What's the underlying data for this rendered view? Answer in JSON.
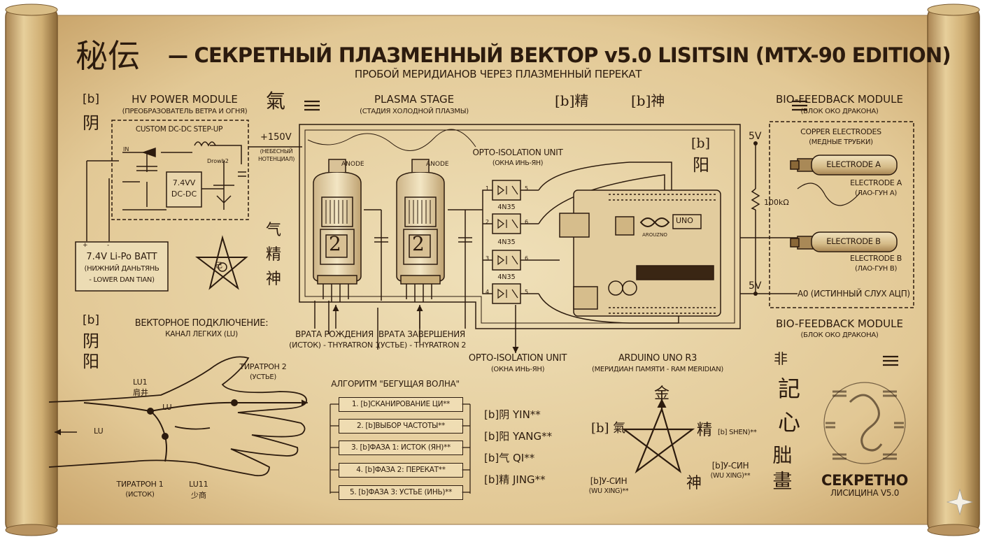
{
  "header": {
    "title_glyph": "秘伝",
    "title": "— СЕКРЕТНЫЙ ПЛАЗМЕННЫЙ ВЕКТОР v5.0 LISITSIN (MTX-90 EDITION)",
    "subtitle": "ПРОБОЙ МЕРИДИАНОВ ЧЕРЕЗ ПЛАЗМЕННЫЙ ПЕРЕКАТ"
  },
  "hv_module": {
    "title": "HV POWER MODULE",
    "subtitle": "(ПРЕОБРАЗОВАТЕЛЬ ВЕТРА И ОГНЯ)",
    "stepup": "CUSTOM DC-DC STEP-UP",
    "in_label": "IN",
    "drowb_label": "Drowb2",
    "converter_line1": "7.4VV",
    "converter_line2": "DC-DC",
    "battery_line1": "7.4V Li-Po BATT",
    "battery_line2": "(НИЖНИЙ ДАНЬТЯНЬ",
    "battery_line3": "- LOWER DAN TIAN)",
    "plus": "+",
    "minus": "-"
  },
  "plasma": {
    "title": "PLASMA STAGE",
    "subtitle": "(СТАДИЯ ХОЛОДНОЙ ПЛАЗМЫ)",
    "voltage": "+150V",
    "voltage_note_1": "(НЕБЕСНЫЙ",
    "voltage_note_2": "НОТЕНЦИАЛ)",
    "anode": "ANODE",
    "tube_number": "2",
    "gate1_line1": "ВРАТА РОЖДЕНИЯ",
    "gate1_line2": "(ИСТОК) - THYRATRON 1",
    "gate2_line1": "ВРАТА ЗАВЕРШЕНИЯ",
    "gate2_line2": "(УСТЬЕ) - THYRATRON 2"
  },
  "opto": {
    "title": "OPTO-ISOLATION UNIT",
    "subtitle": "(ОКНА ИНЬ-ЯН)",
    "chip": "4N35",
    "bottom_title": "OPTO-ISOLATION UNIT",
    "bottom_subtitle": "(ОКНА ИНЬ-ЯН)",
    "pins_left": [
      "1",
      "2",
      "3",
      "4"
    ],
    "pins_right": [
      "5",
      "6",
      "6",
      "5"
    ]
  },
  "arduino": {
    "brand": "AROUZNO",
    "model": "UNO",
    "title": "ARDUINO UNO R3",
    "subtitle": "(МЕРИДИАН ПАМЯТИ - RAM MERIDIAN)"
  },
  "bio": {
    "title": "BIO-FEEDBACK MODULE",
    "subtitle": "(БЛОК ОКО ДРАКОНА)",
    "electrodes_title": "COPPER ELECTRODES",
    "electrodes_subtitle": "(МЕДНЫЕ ТРУБКИ)",
    "electrode_a": "ELECTRODE A",
    "electrode_a_label1": "ELECTRODE A",
    "electrode_a_label2": "(ЛАО-ГУН А)",
    "electrode_b": "ELECTRODE B",
    "electrode_b_label1": "ELECTRODE B",
    "electrode_b_label2": "(ЛАО-ГУН В)",
    "v5_top": "5V",
    "v5_bottom": "5V",
    "resistor": "100kΩ",
    "a0": "A0 (ИСТИННЫЙ СЛУХ АЦП)",
    "title2": "BIO-FEEDBACK MODULE",
    "subtitle2": "(БЛОК ОКО ДРАКОНА)"
  },
  "glyphs": {
    "b_yin": "[b]",
    "yin": "阴",
    "qi_top": "氣",
    "jing_top": "[b]精",
    "shen_top": "[b]神",
    "yang_box_b": "[b]",
    "yang_box": "阳",
    "qi_stack": [
      "气",
      "精",
      "神"
    ],
    "b_mid": "[b]",
    "yinyang_stack": [
      "阴",
      "阳"
    ],
    "right_stack_top": "記",
    "right_stack_mid": "心",
    "right_stack_bot": "朏 畫",
    "misc_top": "非",
    "pentagram_mark": "己"
  },
  "meridian": {
    "title": "ВЕКТОРНОЕ ПОДКЛЮЧЕНИЕ:",
    "subtitle": "КАНАЛ ЛЕГКИХ (LU)",
    "lu1": "LU1",
    "lu1_glyph": "肩井",
    "lu": "LU",
    "lu_left": "LU",
    "lu11": "LU11",
    "lu11_glyph": "少商",
    "thyr2_line1": "ТИРАТРОН 2",
    "thyr2_line2": "(УСТЬЕ)",
    "thyr1_line1": "ТИРАТРОН 1",
    "thyr1_line2": "(ИСТОК)"
  },
  "algorithm": {
    "title": "АЛГОРИТМ \"БЕГУЩАЯ ВОЛНА\"",
    "steps": [
      "1. [b]СКАНИРОВАНИЕ ЦИ**",
      "2. [b]ВЫБОР ЧАСТОТЫ**",
      "3. [b]ФАЗА 1: ИСТОК (ЯН)**",
      "4. [b]ФАЗА 2: ПЕРЕКАТ**",
      "5. [b]ФАЗА 3: УСТЬЕ (ИНЬ)**"
    ]
  },
  "legend": {
    "items": [
      "[b]阴 YIN**",
      "[b]阳 YANG**",
      "[b]气 QI**",
      "[b]精 JING**"
    ]
  },
  "wuxing": {
    "top": "金",
    "left": "[b] 氣",
    "right": "精",
    "right_note": "[b] SHEN)**",
    "bottom": "神",
    "bl_line1": "[b]У-СИН",
    "bl_line2": "(WU XING)**",
    "br_line1": "[b]У-СИН",
    "br_line2": "(WU XING)**"
  },
  "seal": {
    "line1": "СЕКРЕТНО",
    "line2": "ЛИСИЦИНА V5.0"
  },
  "colors": {
    "parchment": "#e6d3a8",
    "ink": "#2c1b0e",
    "roll": "#c9a86b"
  }
}
